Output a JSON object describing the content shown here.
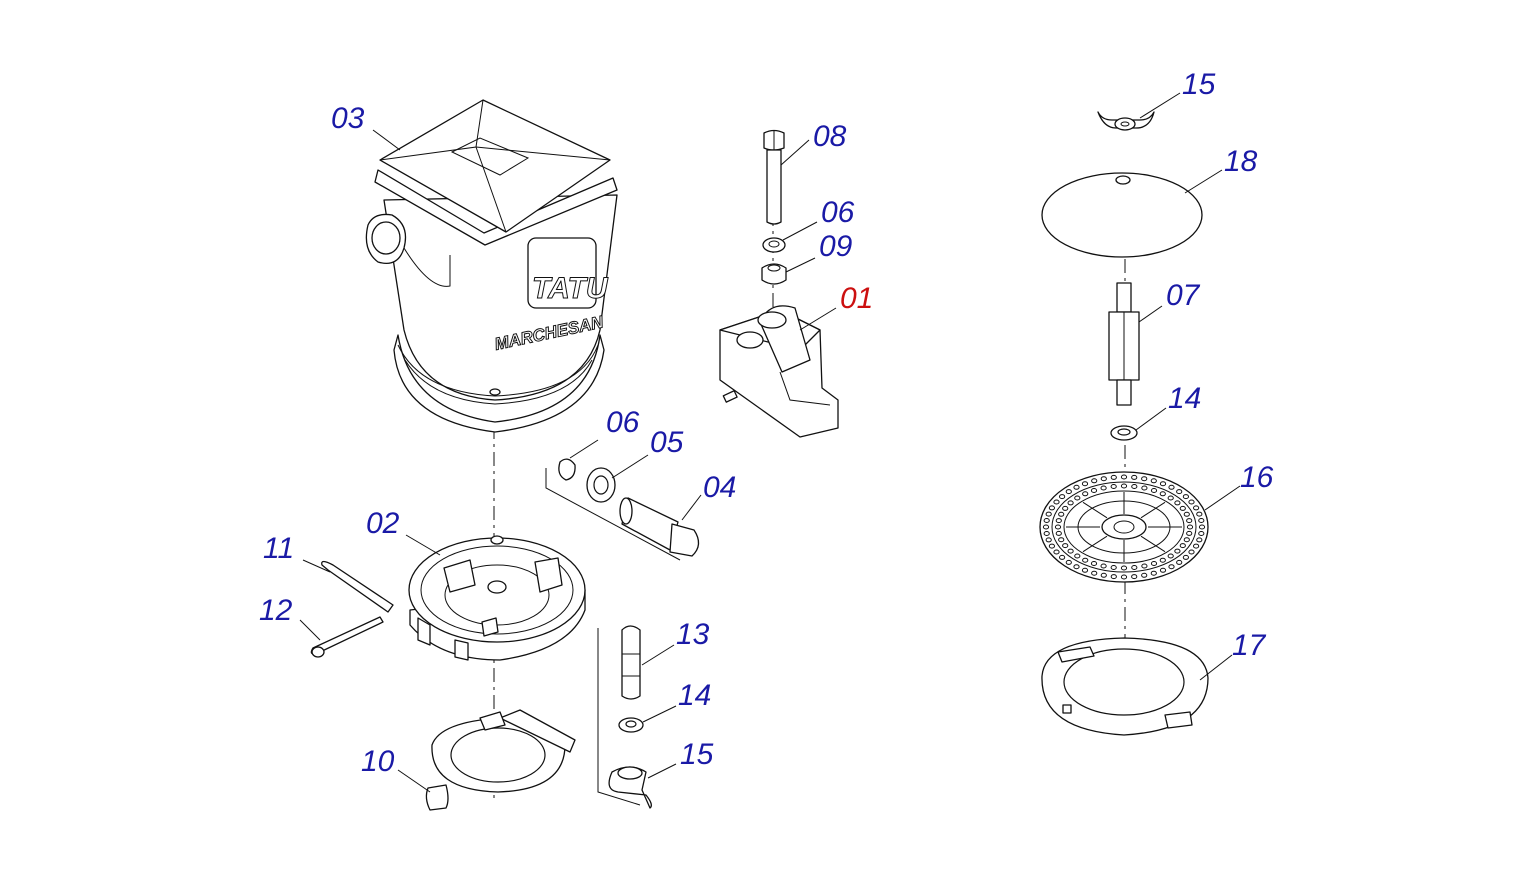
{
  "labels": {
    "p01": "01",
    "p02": "02",
    "p03": "03",
    "p04": "04",
    "p05": "05",
    "p06a": "06",
    "p06b": "06",
    "p07": "07",
    "p08": "08",
    "p09": "09",
    "p10": "10",
    "p11": "11",
    "p12": "12",
    "p13": "13",
    "p14a": "14",
    "p14b": "14",
    "p15a": "15",
    "p15b": "15",
    "p16": "16",
    "p17": "17",
    "p18": "18"
  },
  "branding": {
    "logo": "TATU",
    "model": "MARCHESAN"
  },
  "colors": {
    "label": "#1a1aa6",
    "highlight_label": "#cc1010",
    "line": "#111111"
  }
}
